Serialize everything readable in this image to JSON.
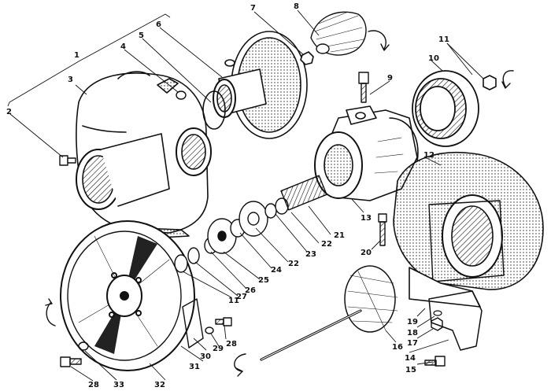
{
  "callouts": {
    "n1": "1",
    "n2": "2",
    "n3": "3",
    "n4": "4",
    "n5": "5",
    "n6": "6",
    "n7": "7",
    "n8": "8",
    "n9": "9",
    "n10": "10",
    "n11a": "11",
    "n11b": "11",
    "n12": "12",
    "n13": "13",
    "n14": "14",
    "n15": "15",
    "n16": "16",
    "n17": "17",
    "n18": "18",
    "n19": "19",
    "n20": "20",
    "n21": "21",
    "n22a": "22",
    "n22b": "22",
    "n23": "23",
    "n24": "24",
    "n25": "25",
    "n26": "26",
    "n27": "27",
    "n28a": "28",
    "n28b": "28",
    "n29": "29",
    "n30": "30",
    "n31": "31",
    "n32": "32",
    "n33": "33"
  },
  "colors": {
    "ink": "#111111",
    "paper": "#ffffff",
    "shade": "#2a2a2a"
  }
}
